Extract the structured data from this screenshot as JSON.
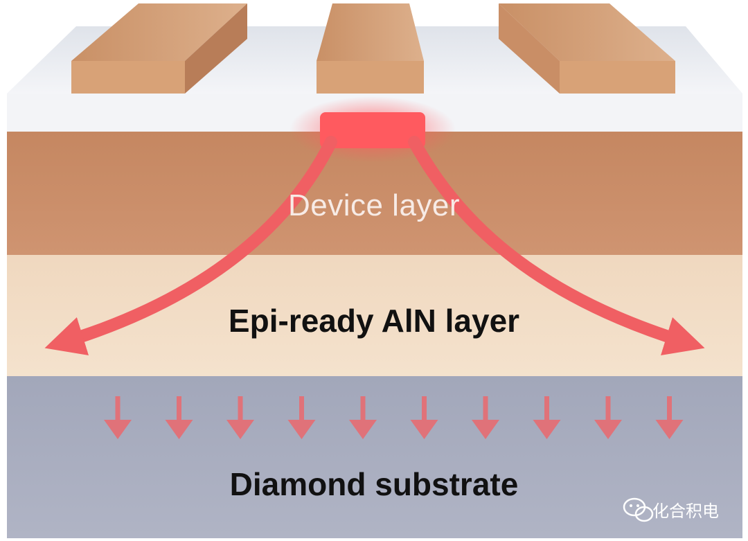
{
  "labels": {
    "device": "Device layer",
    "epi": "Epi-ready AlN layer",
    "diamond": "Diamond substrate"
  },
  "watermark": {
    "text": "化合积电",
    "icon": "wechat-icon"
  },
  "colors": {
    "top_surface": "#e8ebf1",
    "device_layer": "#c88a64",
    "aln_layer": "#f1dcc4",
    "substrate": "#a8acbe",
    "contact": "#d9a172",
    "heat_arrow": "#f05f63"
  }
}
